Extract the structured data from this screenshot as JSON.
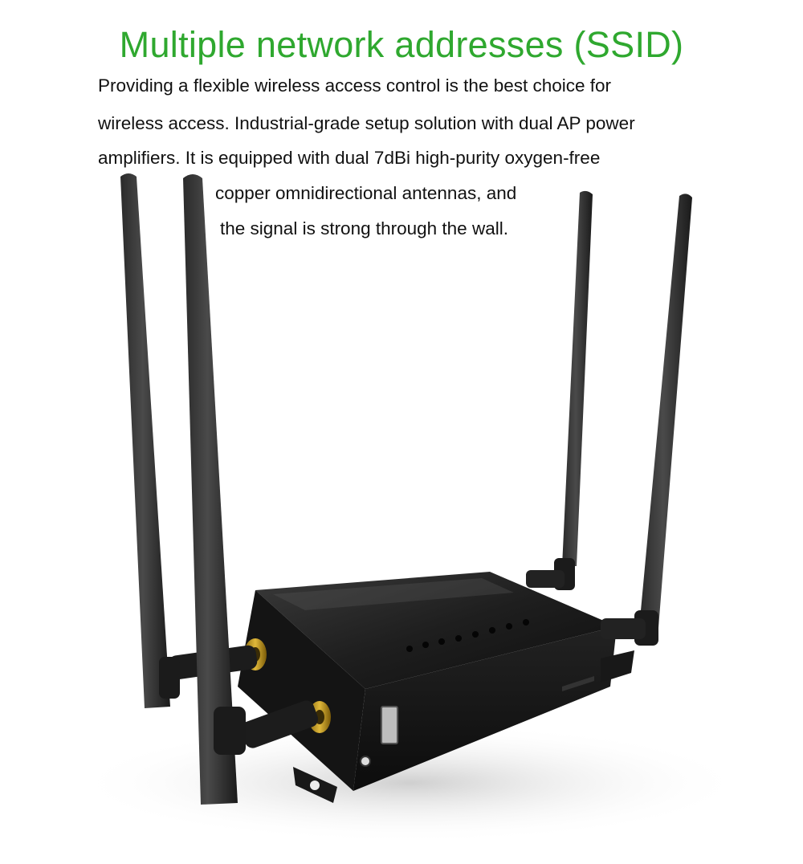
{
  "headline": {
    "title": "Multiple network addresses (SSID)",
    "title_color": "#2fa82f"
  },
  "description": {
    "lines": [
      "Providing a flexible wireless access control is the best choice for",
      "wireless access. Industrial-grade setup solution with dual AP power",
      "amplifiers. It is equipped with dual 7dBi high-purity oxygen-free",
      "copper omnidirectional antennas, and",
      "the signal is strong through the wall."
    ]
  },
  "product": {
    "image_subject": "black 4G router with four antennas"
  }
}
